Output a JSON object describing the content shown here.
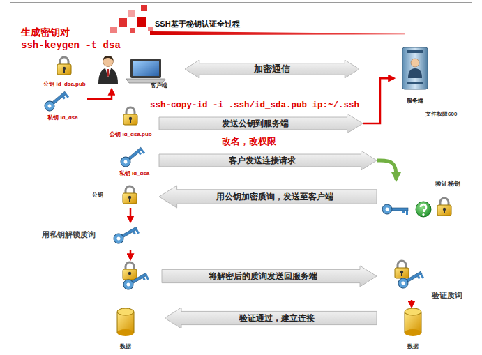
{
  "diagram": {
    "title": "SSH基于秘钥认证全过程",
    "nodes": [
      {
        "text": [
          "公钥 id_dsa.pub"
        ]
      },
      {
        "text": [
          "客户端"
        ]
      },
      {
        "text": [
          "加密通信"
        ]
      },
      {
        "text": [
          "服务端"
        ]
      },
      {
        "text": [
          "私钥 id_dsa"
        ]
      },
      {
        "text": [
          "公钥 id_dsa.pub"
        ]
      },
      {
        "text": [
          "发送公钥到服务端"
        ]
      },
      {
        "text": [
          "私钥 id_dsa"
        ]
      },
      {
        "text": [
          "客户发送连接请求"
        ]
      },
      {
        "text": [
          "验证秘钥"
        ]
      },
      {
        "text": [
          "公钥"
        ]
      },
      {
        "text": [
          "用公钥加密质询，发送至客户端"
        ]
      },
      {
        "text": [
          "用私钥解锁质询"
        ]
      },
      {
        "text": [
          "将解密后的质询发送回服务端"
        ]
      },
      {
        "text": [
          "验证质询"
        ]
      },
      {
        "text": [
          "验证通过，建立连接"
        ]
      },
      {
        "text": [
          "数据"
        ]
      },
      {
        "text": [
          "数据"
        ]
      }
    ],
    "edges": [
      {
        "from": 4,
        "to": 1,
        "arrow": "to"
      },
      {
        "from": 6,
        "to": 3,
        "arrow": "to"
      },
      {
        "from": 8,
        "to": 9,
        "arrow": "to"
      },
      {
        "from": 10,
        "to": 12,
        "arrow": "to"
      },
      {
        "from": 14,
        "to": 17,
        "arrow": "to"
      }
    ],
    "labels": [
      "生成密钥对",
      "ssh-keygen -t dsa",
      "文件权限600",
      "ssh-copy-id -i .ssh/id_sda.pub ip:~/.ssh",
      "改名，改权限"
    ]
  }
}
